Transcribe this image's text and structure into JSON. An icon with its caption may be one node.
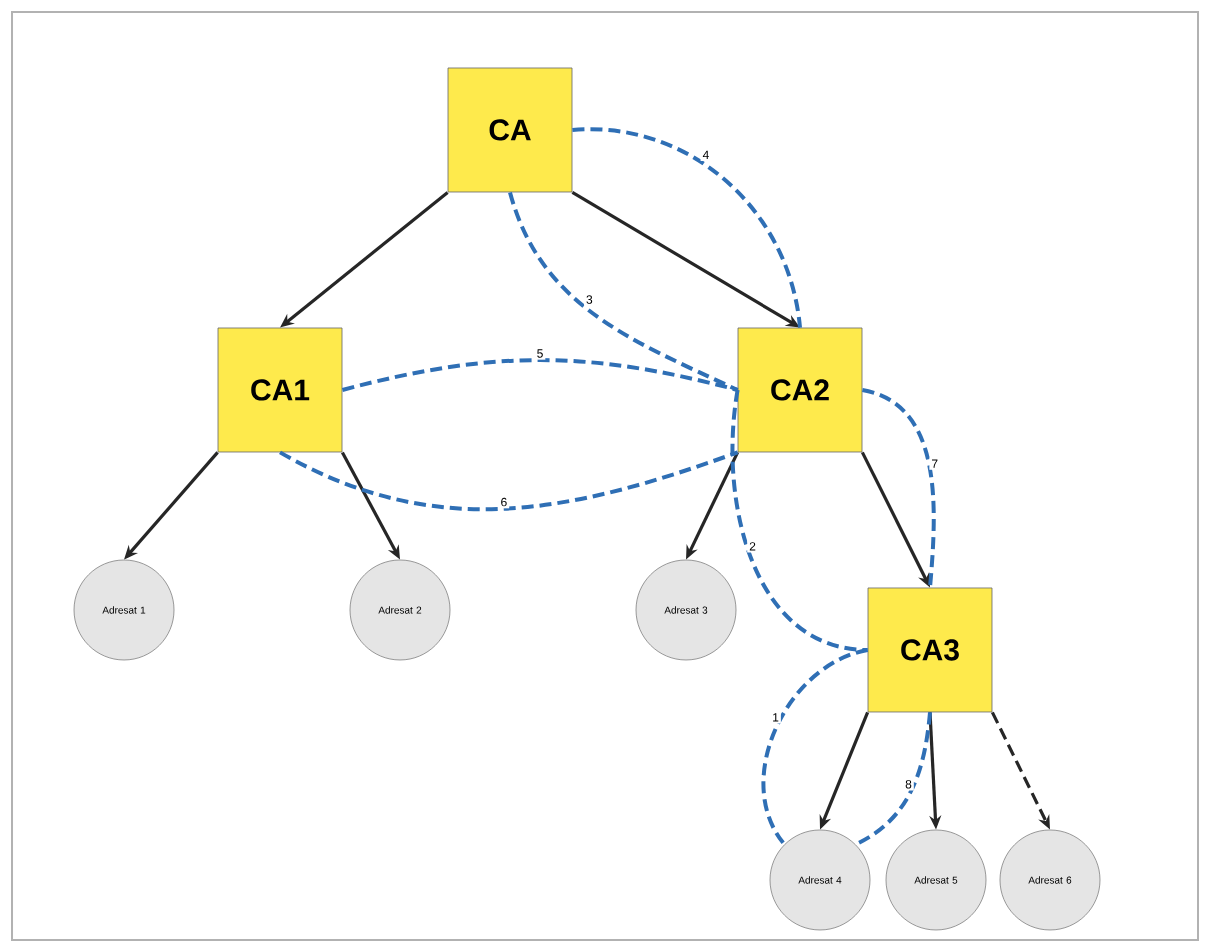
{
  "diagram": {
    "nodes": [
      {
        "text": [
          "CA"
        ]
      },
      {
        "text": [
          "CA1"
        ]
      },
      {
        "text": [
          "CA2"
        ]
      },
      {
        "text": [
          "Adresat 1"
        ]
      },
      {
        "text": [
          "Adresat 2"
        ]
      },
      {
        "text": [
          "Adresat 3"
        ]
      },
      {
        "text": [
          "CA3"
        ]
      },
      {
        "text": [
          "Adresat 4"
        ]
      },
      {
        "text": [
          "Adresat 5"
        ]
      },
      {
        "text": [
          "Adresat 6"
        ]
      }
    ],
    "edges": [
      {
        "from": 0,
        "to": 1,
        "arrow": "to"
      },
      {
        "from": 0,
        "to": 2,
        "arrow": "to"
      },
      {
        "from": 1,
        "to": 3,
        "arrow": "to"
      },
      {
        "from": 1,
        "to": 4,
        "arrow": "to"
      },
      {
        "from": 2,
        "to": 5,
        "arrow": "to"
      },
      {
        "from": 2,
        "to": 6,
        "arrow": "to"
      },
      {
        "from": 6,
        "to": 7,
        "arrow": "to"
      },
      {
        "from": 6,
        "to": 8,
        "arrow": "to"
      },
      {
        "from": 6,
        "to": 9,
        "arrow": "to",
        "style": "dashed"
      },
      {
        "from": 0,
        "to": 2,
        "arrow": "none",
        "label": "4",
        "style": "dashed",
        "color": "#2f6fb5"
      },
      {
        "from": 0,
        "to": 2,
        "arrow": "none",
        "label": "3",
        "style": "dashed",
        "color": "#2f6fb5"
      },
      {
        "from": 1,
        "to": 2,
        "arrow": "none",
        "label": "5",
        "style": "dashed",
        "color": "#2f6fb5"
      },
      {
        "from": 1,
        "to": 2,
        "arrow": "none",
        "label": "6",
        "style": "dashed",
        "color": "#2f6fb5"
      },
      {
        "from": 2,
        "to": 6,
        "arrow": "none",
        "label": "7",
        "style": "dashed",
        "color": "#2f6fb5"
      },
      {
        "from": 2,
        "to": 6,
        "arrow": "none",
        "label": "2",
        "style": "dashed",
        "color": "#2f6fb5"
      },
      {
        "from": 6,
        "to": 7,
        "arrow": "none",
        "label": "1",
        "style": "dashed",
        "color": "#2f6fb5"
      },
      {
        "from": 6,
        "to": 7,
        "arrow": "none",
        "label": "8",
        "style": "dashed",
        "color": "#2f6fb5"
      }
    ]
  }
}
